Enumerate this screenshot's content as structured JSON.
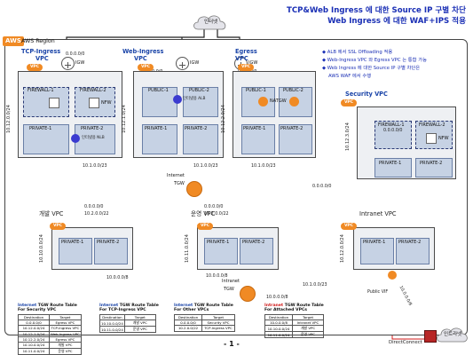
{
  "title_lines": [
    "TCP&Web Ingress 에 대한 Source IP 구별 차단",
    "Web Ingress 에 대한 WAF+IPS 적용"
  ],
  "region": {
    "badge": "AWS",
    "label": "AWS Region"
  },
  "internet_label": "인터넷",
  "notes": [
    "◆ ALB 에서 SSL Offloading 적용",
    "◆ Web-Ingress VPC 와 Egress VPC 는 통합 가능",
    "◆ Web Ingress 에 대한 Source IP 구별 차단은",
    "AWS WAF 에서 수행"
  ],
  "vpc_tag": "VPC",
  "igw_label": "IGW",
  "top_routes": [
    "0.0.0.0/0",
    "0.0.0.0/0",
    "0.0.0.0/0"
  ],
  "vpcs": {
    "tcp_ingress": {
      "name_lines": [
        "TCP-Ingress",
        "VPC"
      ],
      "cidr": "10.12.0.0/24",
      "subnets": [
        "FIREWALL-1",
        "FIREWALL-2",
        "PRIVATE-1",
        "PRIVATE-2"
      ],
      "nfw": "NFW",
      "nlb": "인터넷용 NLB"
    },
    "web_ingress": {
      "name_lines": [
        "Web-Ingress",
        "VPC"
      ],
      "cidr": "10.12.1.0/24",
      "subnets": [
        "PUBLIC-1",
        "PUBLIC-2",
        "PRIVATE-1",
        "PRIVATE-2"
      ],
      "alb": "인터넷용 ALB"
    },
    "egress": {
      "name_lines": [
        "Egress",
        "VPC"
      ],
      "cidr": "10.12.2.0/24",
      "subnets": [
        "PUBLIC-1",
        "PUBLIC-2",
        "PRIVATE-1",
        "PRIVATE-2"
      ],
      "natgw": "NATGW"
    },
    "security": {
      "name": "Security VPC",
      "cidr": "10.12.3.0/24",
      "subnets": [
        "FIREWALL-1",
        "FIREWALL-2",
        "PRIVATE-1",
        "PRIVATE-2"
      ],
      "nfw": "NFW",
      "route": "0.0.0.0/0"
    },
    "dev": {
      "name": "개발 VPC",
      "cidr": "10.10.0.0/24",
      "subnets": [
        "PRIVATE-1",
        "PRIVATE-2"
      ],
      "route": "10.0.0.0/8"
    },
    "ops": {
      "name": "운영 VPC",
      "cidr": "10.11.0.0/24",
      "subnets": [
        "PRIVATE-1",
        "PRIVATE-2"
      ]
    },
    "intranet": {
      "name": "Intranet VPC",
      "cidr": "10.12.0.0/24",
      "subnets": [
        "PRIVATE-1",
        "PRIVATE-2"
      ]
    }
  },
  "tgw": {
    "internet_label": [
      "Internet",
      "TGW"
    ],
    "intranet_label": [
      "Intranet",
      "TGW"
    ],
    "routes": {
      "r_10_1_0_0_23_a": "10.1.0.0/23",
      "r_10_1_0_0_23_b": "10.1.0.0/23",
      "r_10_1_0_0_23_c": "10.1.0.0/23",
      "r_security_default": "0.0.0.0/0",
      "r_dev_1": "0.0.0.0/0",
      "r_dev_2": "10.2.0.0/22",
      "r_ops_1": "0.0.0.0/0",
      "r_ops_2": "10.2.0.0/22",
      "r_ops_3": "10.0.0.0/8",
      "r_intranet_tgw": "10.0.0.0/8",
      "r_intranet_1": "10.1.0.0/23",
      "r_vif": "10.0.0.0/8"
    }
  },
  "public_vif": "Public VIF",
  "direct_connect": "DirectConnect",
  "intranet_cloud": "인트라넷",
  "route_tables": [
    {
      "title_hi": "Internet",
      "title_rest": " TGW Route Table",
      "title2": "For Security VPC",
      "hi_color": "blue",
      "rows": [
        [
          "Destination",
          "Target"
        ],
        [
          "0.0.0.0/0",
          "Egress VPC"
        ],
        [
          "10.12.0.0/24",
          "TCP-Ingress VPC"
        ],
        [
          "10.12.1.0/24",
          "Web-Ingress VPC"
        ],
        [
          "10.12.2.0/24",
          "Egress VPC"
        ],
        [
          "10.10.0.0/24",
          "개발 VPC"
        ],
        [
          "10.11.0.0/24",
          "운영 VPC"
        ]
      ]
    },
    {
      "title_hi": "Internet",
      "title_rest": " TGW Route Table",
      "title2": "For TCP-Ingress VPC",
      "hi_color": "blue",
      "rows": [
        [
          "Destination",
          "Target"
        ],
        [
          "10.10.0.0/24",
          "개발 VPC"
        ],
        [
          "10.11.0.0/24",
          "운영 VPC"
        ]
      ]
    },
    {
      "title_hi": "Internet",
      "title_rest": " TGW Route Table",
      "title2": "For Other VPCs",
      "hi_color": "blue",
      "rows": [
        [
          "Destination",
          "Target"
        ],
        [
          "0.0.0.0/0",
          "Security VPC"
        ],
        [
          "10.2.0.0/22",
          "TCP-Ingress VPC"
        ]
      ]
    },
    {
      "title_hi": "Intranet",
      "title_rest": " TGW Route Table",
      "title2": "For Attached VPCs",
      "hi_color": "red",
      "rows": [
        [
          "Destination",
          "Target"
        ],
        [
          "10.0.0.0/8",
          "Intranet VPC"
        ],
        [
          "10.10.0.0/24",
          "개발 VPC"
        ],
        [
          "10.11.0.0/24",
          "운영 VPC"
        ]
      ]
    }
  ],
  "page_number": "- 1 -",
  "colors": {
    "accent": "#f08a24",
    "title": "#1a2fb5",
    "link_blue": "#1d3bd1",
    "subnet": "#c6d2e4"
  }
}
